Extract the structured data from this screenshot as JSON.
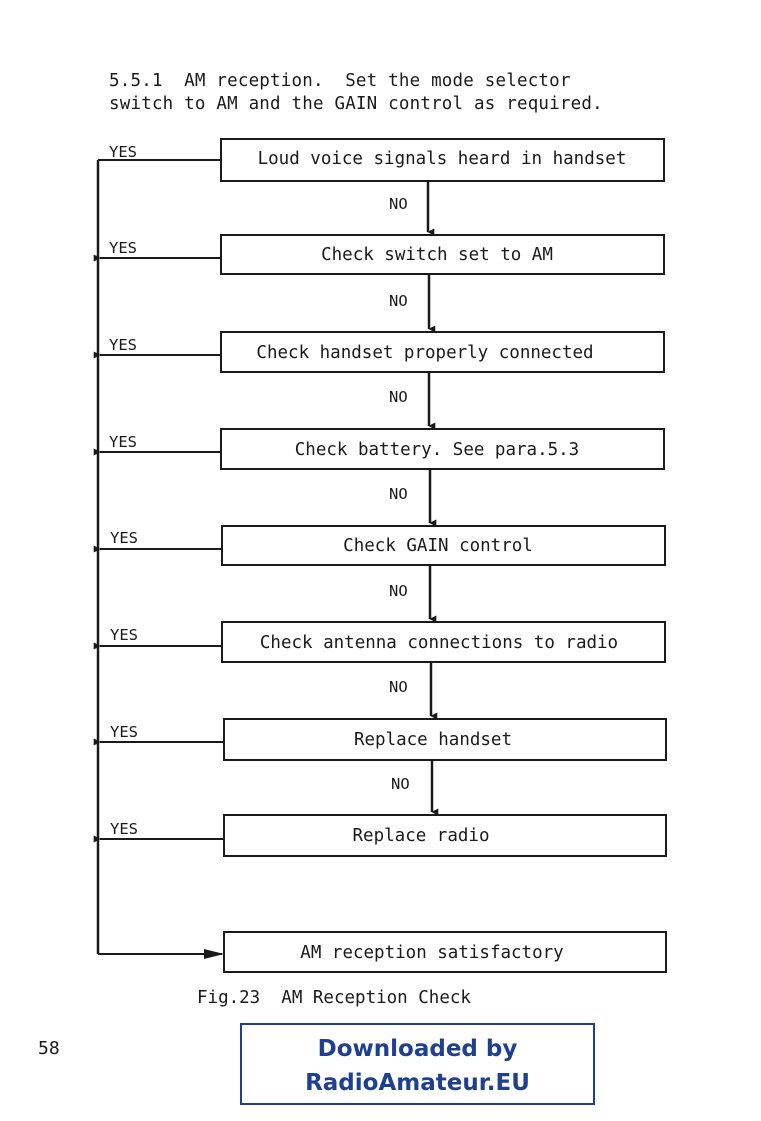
{
  "intro": {
    "line1": "5.5.1  AM reception.  Set the mode selector",
    "line2": "switch to AM and the GAIN control as required."
  },
  "flowchart": {
    "yes_label": "YES",
    "no_label": "NO",
    "steps": [
      "Loud voice signals heard in handset",
      "Check switch set to AM",
      "Check handset properly connected",
      "Check battery.  See para.5.3",
      "Check GAIN control",
      "Check antenna connections to radio",
      "Replace handset",
      "Replace radio"
    ],
    "terminal": "AM reception satisfactory"
  },
  "caption": "Fig.23  AM Reception Check",
  "page_number": "58",
  "banner": {
    "line1": "Downloaded by",
    "line2": "RadioAmateur.EU"
  },
  "colors": {
    "ink": "#1a1a1a",
    "banner": "#1f3f8f"
  }
}
